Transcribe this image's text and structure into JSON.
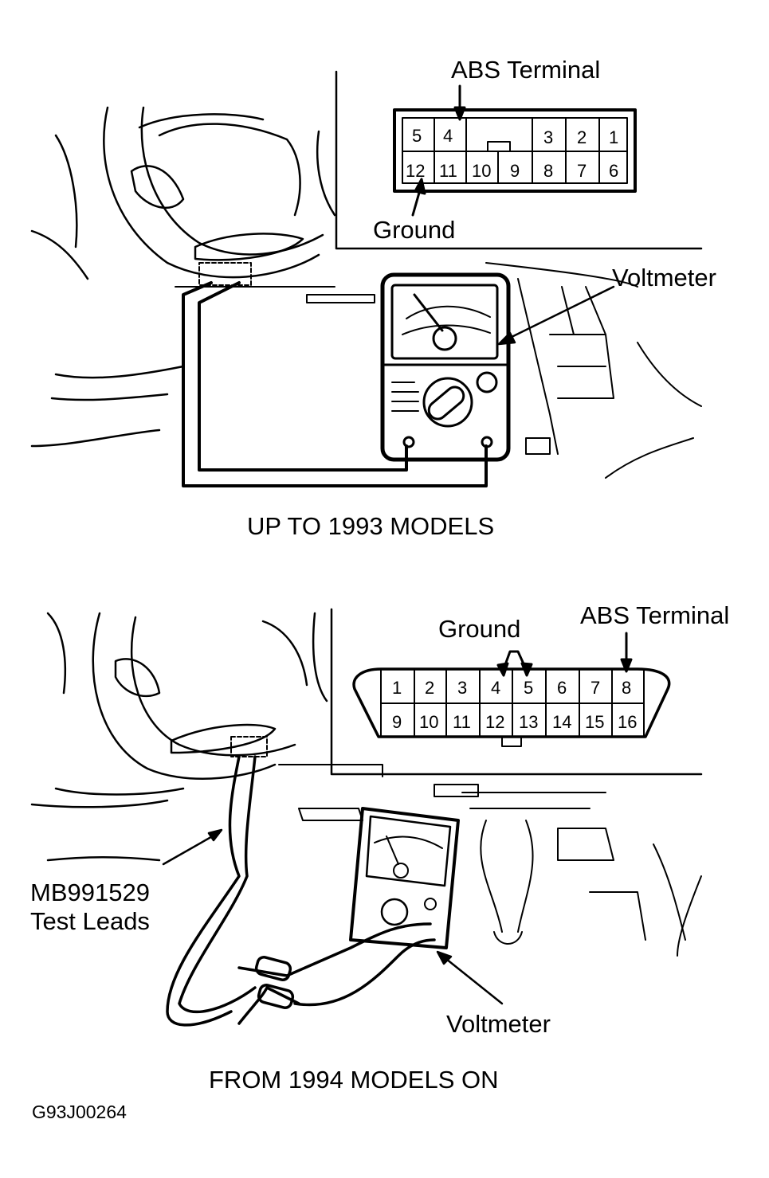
{
  "figure_id": "G93J00264",
  "panels": [
    {
      "caption": "UP TO 1993 MODELS",
      "labels": {
        "abs_terminal": "ABS Terminal",
        "ground": "Ground",
        "voltmeter": "Voltmeter"
      },
      "connector": {
        "top_row": [
          "5",
          "4",
          "3",
          "2",
          "1"
        ],
        "bottom_row": [
          "12",
          "11",
          "10",
          "9",
          "8",
          "7",
          "6"
        ],
        "abs_pin": "4",
        "ground_pin": "12"
      }
    },
    {
      "caption": "FROM 1994 MODELS ON",
      "labels": {
        "abs_terminal": "ABS Terminal",
        "ground": "Ground",
        "voltmeter": "Voltmeter",
        "test_leads_line1": "MB991529",
        "test_leads_line2": "Test Leads"
      },
      "connector": {
        "top_row": [
          "1",
          "2",
          "3",
          "4",
          "5",
          "6",
          "7",
          "8"
        ],
        "bottom_row": [
          "9",
          "10",
          "11",
          "12",
          "13",
          "14",
          "15",
          "16"
        ],
        "abs_pin": "8",
        "ground_pins": [
          "4",
          "5"
        ]
      }
    }
  ]
}
